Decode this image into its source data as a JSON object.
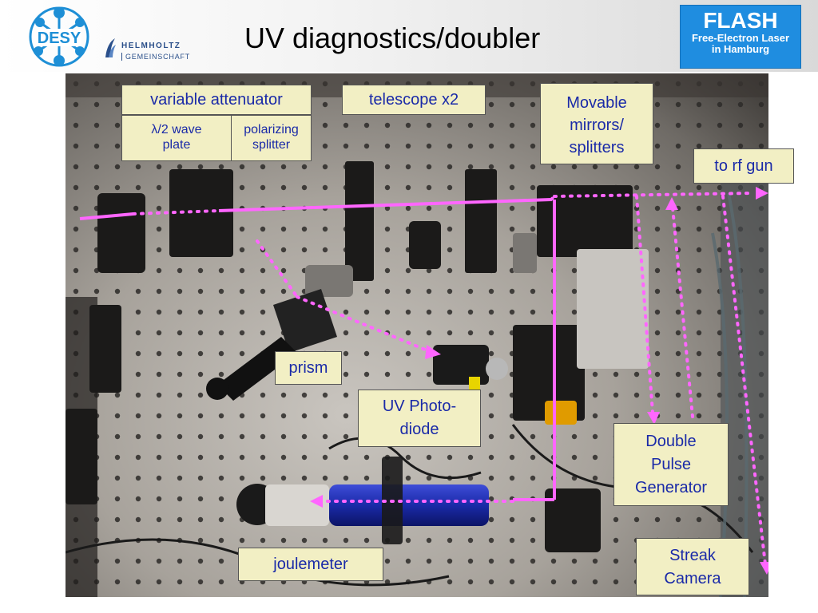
{
  "header": {
    "title": "UV diagnostics/doubler",
    "desy_logo_text": "DESY",
    "helmholtz_top": "HELMHOLTZ",
    "helmholtz_bottom": "GEMEINSCHAFT",
    "flash_title": "FLASH",
    "flash_sub1": "Free-Electron Laser",
    "flash_sub2": "in Hamburg"
  },
  "labels": {
    "variable_attenuator": "variable attenuator",
    "half_wave_plate_line1": "λ/2 wave",
    "half_wave_plate_line2": "plate",
    "polarizing_splitter_line1": "polarizing",
    "polarizing_splitter_line2": "splitter",
    "telescope": "telescope x2",
    "movable_mirrors_line1": "Movable",
    "movable_mirrors_line2": "mirrors/",
    "movable_mirrors_line3": "splitters",
    "to_rf_gun": "to rf gun",
    "prism": "prism",
    "uv_photodiode_line1": "UV Photo-",
    "uv_photodiode_line2": "diode",
    "double_pulse_line1": "Double",
    "double_pulse_line2": "Pulse",
    "double_pulse_line3": "Generator",
    "joulemeter": "joulemeter",
    "streak_line1": "Streak",
    "streak_line2": "Camera"
  },
  "colors": {
    "beam": "#ff66ff",
    "label_bg": "#f2efc4",
    "label_text": "#1a2aa8",
    "flash_blue": "#1f8de0",
    "desy_blue": "#1e8fd6"
  },
  "icons": [
    "desy-logo-icon",
    "helmholtz-mark-icon"
  ]
}
